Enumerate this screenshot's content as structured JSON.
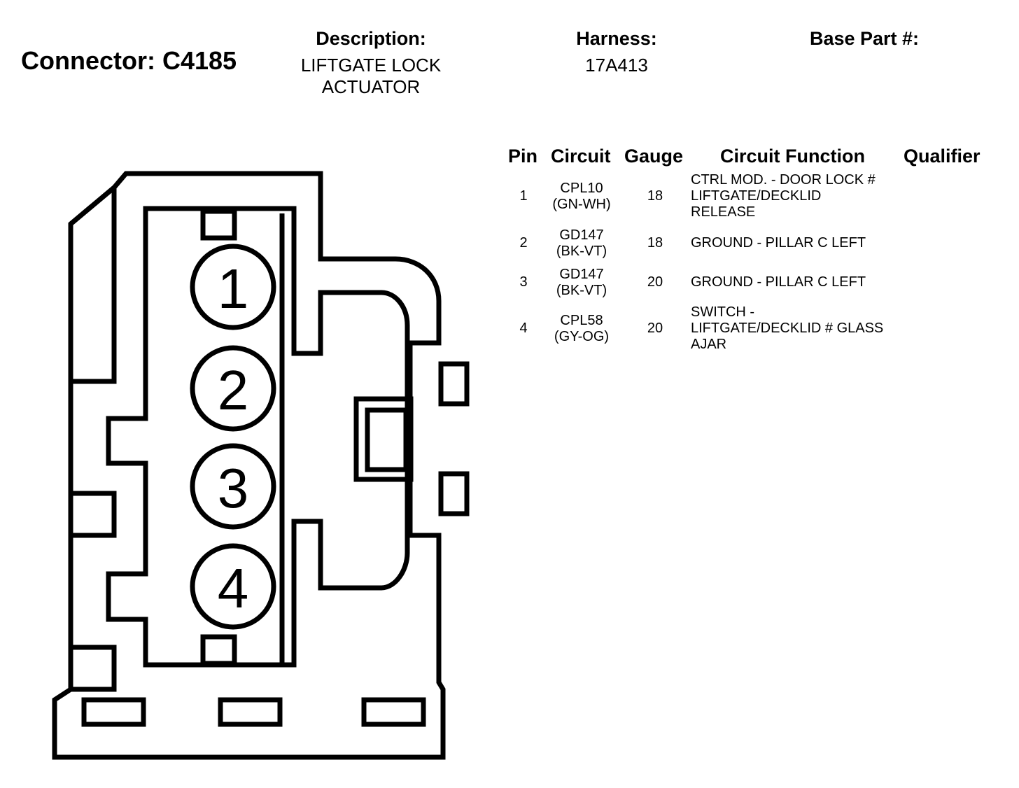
{
  "header": {
    "connector_title": "Connector: C4185",
    "description_label": "Description:",
    "description_lines": [
      "LIFTGATE LOCK",
      "ACTUATOR"
    ],
    "harness_label": "Harness:",
    "harness_value": "17A413",
    "base_part_label": "Base Part #:"
  },
  "table": {
    "columns": [
      "Pin",
      "Circuit",
      "Gauge",
      "Circuit Function",
      "Qualifier"
    ],
    "rows": [
      {
        "pin": "1",
        "circuit": [
          "CPL10",
          "(GN-WH)"
        ],
        "gauge": "18",
        "function": [
          "CTRL MOD. - DOOR LOCK #",
          "LIFTGATE/DECKLID",
          "RELEASE"
        ]
      },
      {
        "pin": "2",
        "circuit": [
          "GD147",
          "(BK-VT)"
        ],
        "gauge": "18",
        "function": [
          "GROUND - PILLAR C LEFT"
        ]
      },
      {
        "pin": "3",
        "circuit": [
          "GD147",
          "(BK-VT)"
        ],
        "gauge": "20",
        "function": [
          "GROUND - PILLAR C LEFT"
        ]
      },
      {
        "pin": "4",
        "circuit": [
          "CPL58",
          "(GY-OG)"
        ],
        "gauge": "20",
        "function": [
          "SWITCH -",
          "LIFTGATE/DECKLID # GLASS",
          "AJAR"
        ]
      }
    ]
  },
  "connector": {
    "pins": [
      "1",
      "2",
      "3",
      "4"
    ]
  }
}
